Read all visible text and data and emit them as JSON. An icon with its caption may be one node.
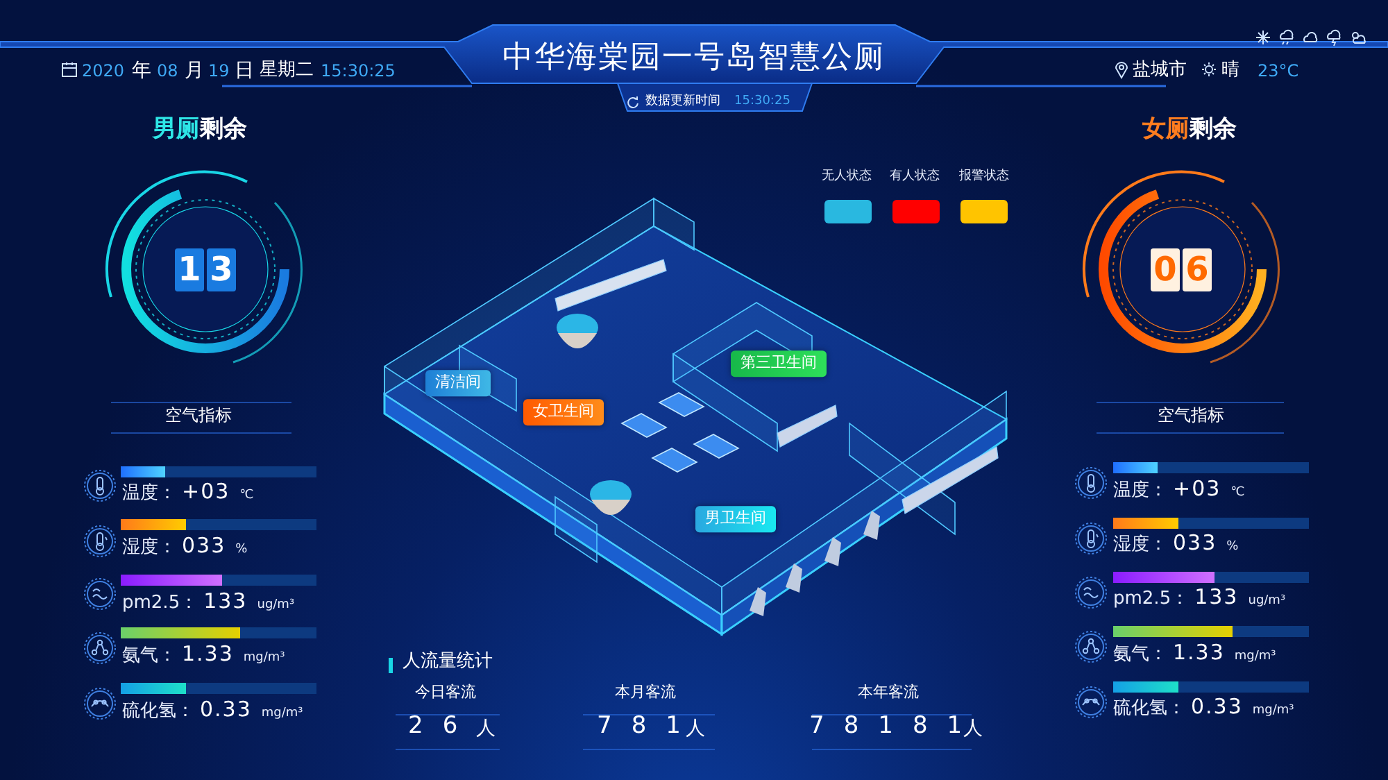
{
  "diagram": {
    "title": "中华海棠园一号岛智慧公厕",
    "nodes": [
      {
        "text": [
          "清洁间"
        ]
      },
      {
        "text": [
          "女卫生间"
        ]
      },
      {
        "text": [
          "第三卫生间"
        ]
      },
      {
        "text": [
          "男卫生间"
        ]
      }
    ],
    "labels": [
      "2020",
      "年",
      "08",
      "月",
      "19",
      "日",
      "星期二",
      "15:30:25",
      "盐城市",
      "晴",
      "23°C",
      "数据更新时间",
      "15:30:25",
      "男厕",
      "剩余",
      "女厕",
      "剩余",
      "1",
      "3",
      "0",
      "6",
      "空气指标",
      "空气指标",
      "温度：",
      "+03",
      "℃",
      "湿度：",
      "033",
      "%",
      "pm2.5：",
      "133",
      "ug/m³",
      "氨气：",
      "1.33",
      "mg/m³",
      "硫化氢：",
      "0.33",
      "mg/m³",
      "温度：",
      "+03",
      "℃",
      "湿度：",
      "033",
      "%",
      "pm2.5：",
      "133",
      "ug/m³",
      "氨气：",
      "1.33",
      "mg/m³",
      "硫化氢：",
      "0.33",
      "mg/m³",
      "人流量统计",
      "今日客流",
      "26",
      "人",
      "本月客流",
      "781",
      "人",
      "本年客流",
      "78181",
      "人"
    ],
    "legend": [
      {
        "text": "无人状态",
        "color": "#29b8e0"
      },
      {
        "text": "有人状态",
        "color": "#ff0000"
      },
      {
        "text": "报警状态",
        "color": "#ffc400"
      }
    ]
  }
}
